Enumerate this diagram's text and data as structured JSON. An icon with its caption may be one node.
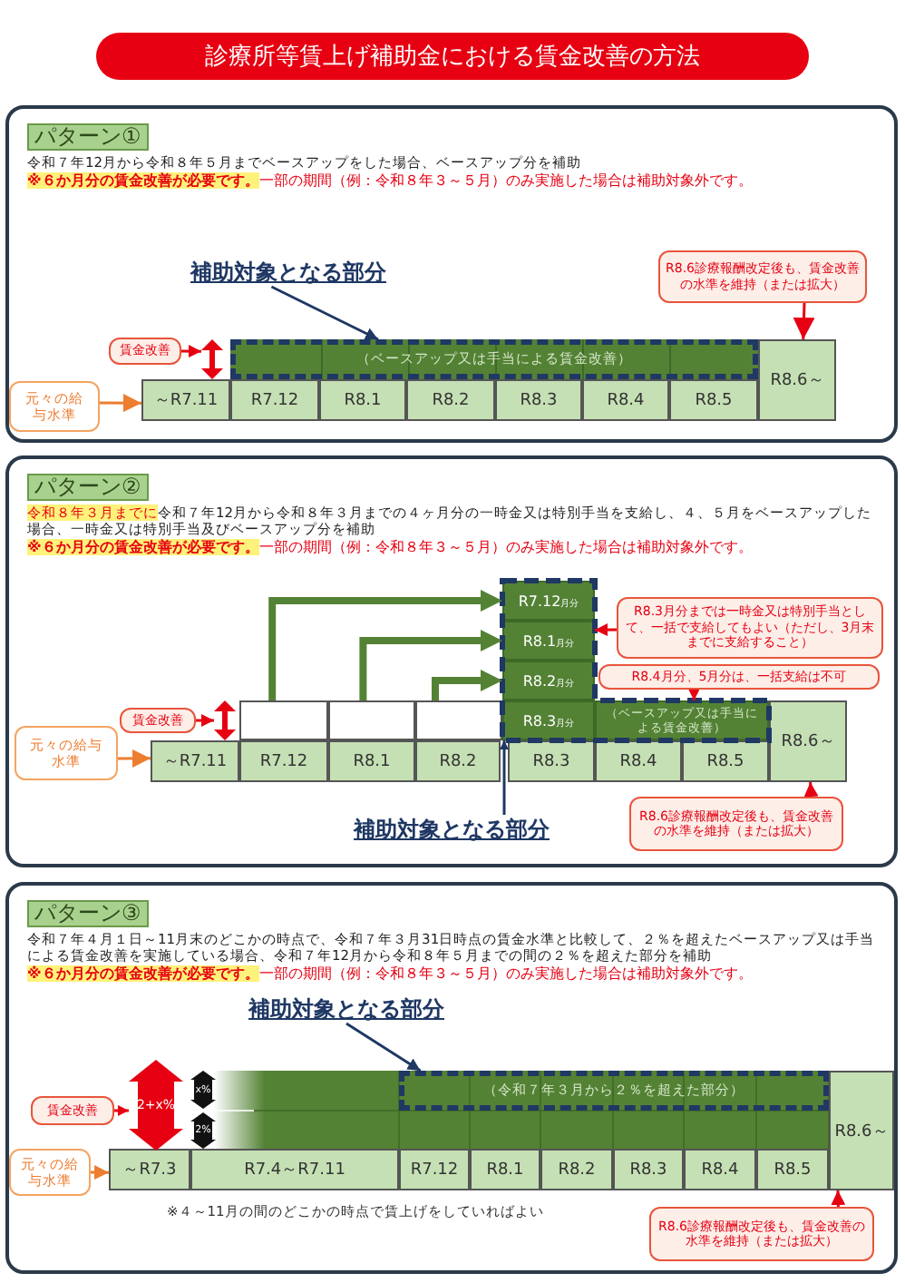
{
  "diagram": {
    "title": "診療所等賃上げ補助金における賃金改善の方法",
    "nodes": [
      {
        "text": [
          "パターン①",
          "令和７年12月から令和８年５月までベースアップをした場合、ベースアップ分を補助",
          "**※６か月分の賃金改善が必要です。**一部の期間（例：令和８年３～５月）のみ実施した場合は補助対象外です。"
        ]
      },
      {
        "text": [
          "補助対象となる部分"
        ],
        "in": 0
      },
      {
        "text": [
          "R8.6診療報酬改定後も、賃金改善の水準を維持（または拡大）"
        ],
        "in": 0
      },
      {
        "text": [
          "賃金改善"
        ],
        "in": 0
      },
      {
        "text": [
          "（ベースアップ又は手当による賃金改善）"
        ],
        "in": 0
      },
      {
        "text": [
          "元々の給与水準"
        ],
        "in": 0
      },
      {
        "text": [
          "～R7.11"
        ],
        "in": 0
      },
      {
        "text": [
          "R7.12"
        ],
        "in": 0
      },
      {
        "text": [
          "R8.1"
        ],
        "in": 0
      },
      {
        "text": [
          "R8.2"
        ],
        "in": 0
      },
      {
        "text": [
          "R8.3"
        ],
        "in": 0
      },
      {
        "text": [
          "R8.4"
        ],
        "in": 0
      },
      {
        "text": [
          "R8.5"
        ],
        "in": 0
      },
      {
        "text": [
          "R8.6～"
        ],
        "in": 0
      },
      {
        "text": [
          "パターン②",
          "**令和８年３月までに**令和７年12月から令和８年３月までの４ヶ月分の一時金又は特別手当を支給し、４、５月をベースアップした場合、一時金又は特別手当及びベースアップ分を補助",
          "**※６か月分の賃金改善が必要です。**一部の期間（例：令和８年３～５月）のみ実施した場合は補助対象外です。"
        ]
      },
      {
        "text": [
          "R7.12$_{月分}$"
        ],
        "in": 14
      },
      {
        "text": [
          "R8.3月分までは一時金又は特別手当として、一括で支給してもよい（ただし、3月末までに支給すること）"
        ],
        "in": 14
      },
      {
        "text": [
          "R8.1$_{月分}$"
        ],
        "in": 14
      },
      {
        "text": [
          "R8.2$_{月分}$"
        ],
        "in": 14
      },
      {
        "text": [
          "R8.4月分、5月分は、一括支給は不可"
        ],
        "in": 14
      },
      {
        "text": [
          "賃金改善"
        ],
        "in": 14
      },
      {
        "text": [],
        "shape": "box",
        "in": 14
      },
      {
        "text": [],
        "shape": "box",
        "in": 14
      },
      {
        "text": [],
        "shape": "box",
        "in": 14
      },
      {
        "text": [
          "R8.3$_{月分}$"
        ],
        "in": 14
      },
      {
        "text": [
          "（ベースアップ又は手当による賃金改善）"
        ],
        "in": 14
      },
      {
        "text": [
          "元々の給与水準"
        ],
        "in": 14
      },
      {
        "text": [
          "～R7.11"
        ],
        "in": 14
      },
      {
        "text": [
          "R7.12"
        ],
        "in": 14
      },
      {
        "text": [
          "R8.1"
        ],
        "in": 14
      },
      {
        "text": [
          "R8.2"
        ],
        "in": 14
      },
      {
        "text": [
          "R8.3"
        ],
        "in": 14
      },
      {
        "text": [
          "R8.4"
        ],
        "in": 14
      },
      {
        "text": [
          "R8.5"
        ],
        "in": 14
      },
      {
        "text": [
          "R8.6～"
        ],
        "in": 14
      },
      {
        "text": [
          "補助対象となる部分"
        ],
        "in": 14
      },
      {
        "text": [
          "R8.6診療報酬改定後も、賃金改善の水準を維持（または拡大）"
        ],
        "in": 14
      },
      {
        "text": [
          "パターン③",
          "令和７年４月１日～11月末のどこかの時点で、令和７年３月31日時点の賃金水準と比較して、２％を超えたベースアップ又は手当による賃金改善を実施している場合、令和７年12月から令和８年５月までの間の２％を超えた部分を補助",
          "**※６か月分の賃金改善が必要です。**一部の期間（例：令和８年３～５月）のみ実施した場合は補助対象外です。"
        ]
      },
      {
        "text": [
          "補助対象となる部分"
        ],
        "in": 37
      },
      {
        "text": [
          "（令和７年３月から２％を超えた部分）"
        ],
        "in": 37
      },
      {
        "text": [
          "賃金改善"
        ],
        "in": 37
      },
      {
        "text": [
          "元々の給与水準"
        ],
        "in": 37
      },
      {
        "text": [
          "～R7.3"
        ],
        "in": 37
      },
      {
        "text": [
          "R7.4～R7.11"
        ],
        "in": 37
      },
      {
        "text": [
          "R7.12"
        ],
        "in": 37
      },
      {
        "text": [
          "R8.1"
        ],
        "in": 37
      },
      {
        "text": [
          "R8.2"
        ],
        "in": 37
      },
      {
        "text": [
          "R8.3"
        ],
        "in": 37
      },
      {
        "text": [
          "R8.4"
        ],
        "in": 37
      },
      {
        "text": [
          "R8.5"
        ],
        "in": 37
      },
      {
        "text": [
          "R8.6～"
        ],
        "in": 37
      },
      {
        "text": [
          "R8.6診療報酬改定後も、賃金改善の水準を維持（または拡大）"
        ],
        "in": 37
      },
      {
        "text": [],
        "shape": "arrow",
        "in": 0
      },
      {
        "text": [],
        "shape": "arrow",
        "in": 14
      },
      {
        "text": [
          "2+x%"
        ],
        "in": 37
      },
      {
        "text": [
          "x%"
        ],
        "in": 37
      },
      {
        "text": [
          "2%"
        ],
        "in": 37
      }
    ],
    "edges": [
      {
        "from": 1,
        "to": 4,
        "arrow": "to",
        "color": "#1f3864"
      },
      {
        "from": 2,
        "to": 13,
        "arrow": "to"
      },
      {
        "from": 3,
        "to": 52,
        "arrow": "to"
      },
      {
        "from": 5,
        "to": 6,
        "arrow": "to",
        "color": "#ed7d31"
      },
      {
        "from": 21,
        "to": 15,
        "arrow": "to",
        "style": "thick",
        "color": "#548235"
      },
      {
        "from": 22,
        "to": 17,
        "arrow": "to",
        "style": "thick",
        "color": "#548235"
      },
      {
        "from": 23,
        "to": 18,
        "arrow": "to",
        "style": "thick",
        "color": "#548235"
      },
      {
        "from": 16,
        "to": 17,
        "arrow": "to"
      },
      {
        "from": 19,
        "to": 25,
        "arrow": "to"
      },
      {
        "from": 20,
        "to": 53,
        "arrow": "to"
      },
      {
        "from": 26,
        "to": 27,
        "arrow": "to",
        "color": "#ed7d31"
      },
      {
        "from": 35,
        "to": 24,
        "arrow": "to",
        "color": "#1f3864"
      },
      {
        "from": 36,
        "to": 34,
        "arrow": "to"
      },
      {
        "from": 38,
        "to": 39,
        "arrow": "to",
        "color": "#1f3864"
      },
      {
        "from": 40,
        "to": 54,
        "arrow": "to"
      },
      {
        "from": 41,
        "to": 42,
        "arrow": "to",
        "color": "#ed7d31"
      },
      {
        "from": 51,
        "to": 50,
        "arrow": "to"
      }
    ],
    "labels": [
      "※４～11月の間のどこかの時点で賃上げをしていればよい"
    ]
  }
}
